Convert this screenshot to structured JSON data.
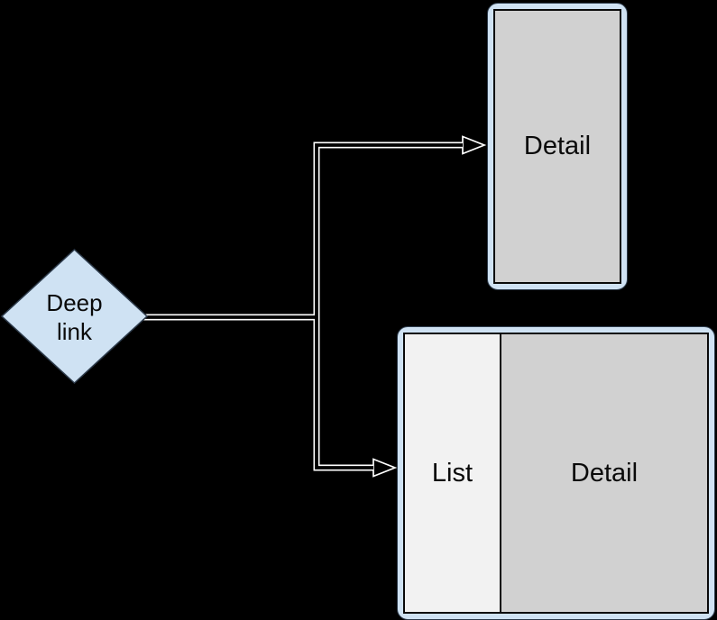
{
  "diagram": {
    "title": "Deep link navigation diagram",
    "background_color": "#000000"
  },
  "colors": {
    "node_blue_fill": "#cfe2f3",
    "node_outline_dark": "#2e3c4c",
    "inner_border_black": "#0a0a0a",
    "detail_gray_fill": "#d1d1d1",
    "list_light_fill": "#f2f2f2",
    "connector_white": "#ffffff",
    "text_black": "#0a0a0a"
  },
  "diamond": {
    "label": "Deep link"
  },
  "top_box": {
    "label": "Detail"
  },
  "bottom_box": {
    "list_label": "List",
    "detail_label": "Detail"
  }
}
